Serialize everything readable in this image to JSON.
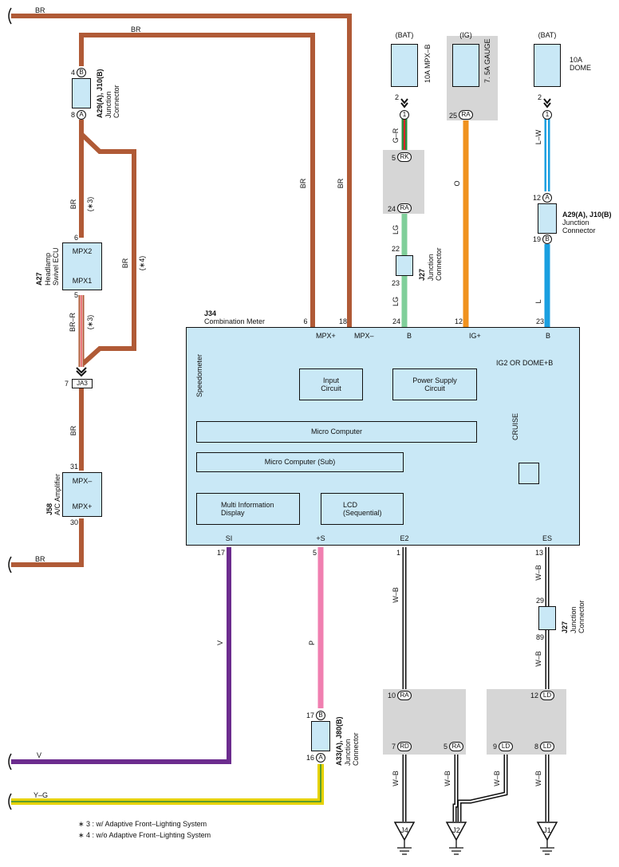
{
  "wires": {
    "br_top": "BR",
    "br_second": "BR",
    "br_vert_1": "BR",
    "br_vert_2": "BR",
    "br_left_a": "BR",
    "br_left_note_a": "(∗3)",
    "br_left_b": "BR",
    "br_left_note_b": "(∗4)",
    "brr": "BR–R",
    "brr_note": "(∗3)",
    "br_ja3": "BR",
    "br_bottom": "BR",
    "gr": "G–R",
    "lg1": "LG",
    "lg2": "LG",
    "o": "O",
    "lw": "L–W",
    "l": "L",
    "v_vert": "V",
    "v_bottom": "V",
    "p": "P",
    "yg": "Y–G",
    "wb1": "W–B",
    "wb2": "W–B",
    "wb3": "W–B",
    "wb4": "W–B",
    "wb5": "W–B",
    "wb6": "W–B",
    "wb7": "W–B"
  },
  "fuses": {
    "bat1_src": "(BAT)",
    "bat1_name": "10A MPX–B",
    "ig_src": "(IG)",
    "ig_name": "7. 5A GAUGE",
    "bat2_src": "(BAT)",
    "bat2_name1": "10A",
    "bat2_name2": "DOME"
  },
  "connectors": {
    "a29_top_id": "A29(A), J10(B)",
    "a29_top_desc1": "Junction",
    "a29_top_desc2": "Connector",
    "a29_top_pin_b": "4",
    "a29_top_b": "B",
    "a29_top_pin_a": "8",
    "a29_top_a": "A",
    "a27_id": "A27",
    "a27_desc1": "Headlamp",
    "a27_desc2": "Swivel ECU",
    "a27_mpx2": "MPX2",
    "a27_mpx1": "MPX1",
    "a27_pin6": "6",
    "a27_pin5": "5",
    "ja3": "JA3",
    "ja3_pin": "7",
    "j58_id": "J58",
    "j58_desc": "A/C Amplifier",
    "j58_mpxm": "MPX–",
    "j58_mpxp": "MPX+",
    "j58_pin31": "31",
    "j58_pin30": "30",
    "j27a_id": "J27",
    "j27a_desc1": "Junction",
    "j27a_desc2": "Connector",
    "j27a_pin22": "22",
    "j27a_pin23": "23",
    "a29_right_id": "A29(A), J10(B)",
    "a29_right_desc1": "Junction",
    "a29_right_desc2": "Connector",
    "a29_right_pin12": "12",
    "a29_right_a": "A",
    "a29_right_pin19": "19",
    "a29_right_b": "B",
    "j27b_id": "J27",
    "j27b_desc1": "Junction",
    "j27b_desc2": "Connector",
    "j27b_pin29": "29",
    "j27b_pin89": "89",
    "a33_id": "A33(A), J80(B)",
    "a33_desc1": "Junction",
    "a33_desc2": "Connector",
    "a33_pin17": "17",
    "a33_b": "B",
    "a33_pin16": "16",
    "a33_a": "A",
    "pin_bat1_2": "2",
    "pin_bat1_1": "1",
    "pin_rk5": "5",
    "pin_rk": "RK",
    "pin_ra24": "24",
    "pin_ra24_id": "RA",
    "pin_ig25": "25",
    "pin_ig_ra": "RA",
    "pin_bat2_2": "2",
    "pin_bat2_1": "1",
    "pin_ra10": "10",
    "pin_ra10_id": "RA",
    "pin_rd7": "7",
    "pin_rd7_id": "RD",
    "pin_ra5": "5",
    "pin_ra5_id": "RA",
    "pin_ld12": "12",
    "pin_ld12_id": "LD",
    "pin_ld9": "9",
    "pin_ld9_id": "LD",
    "pin_ld8": "8",
    "pin_ld8_id": "LD"
  },
  "meter": {
    "id": "J34",
    "name": "Combination Meter",
    "pin6": "6",
    "pin18": "18",
    "pin24": "24",
    "pin12": "12",
    "pin23": "23",
    "lbl_mpxp": "MPX+",
    "lbl_mpxm": "MPX–",
    "lbl_b1": "B",
    "lbl_ig": "IG+",
    "lbl_b2": "B",
    "input1": "Input",
    "input2": "Circuit",
    "power1": "Power Supply",
    "power2": "Circuit",
    "ig2": "IG2 OR DOME+B",
    "speedometer": "Speedometer",
    "cruise": "CRUISE",
    "micro": "Micro Computer",
    "micro_sub": "Micro Computer (Sub)",
    "mid1": "Multi Information",
    "mid2": "Display",
    "lcd1": "LCD",
    "lcd2": "(Sequential)",
    "lbl_si": "SI",
    "lbl_s": "+S",
    "lbl_e2": "E2",
    "lbl_es": "ES",
    "pin17": "17",
    "pin5": "5",
    "pin1": "1",
    "pin13": "13"
  },
  "grounds": {
    "j4": "J4",
    "j2": "J2",
    "j1": "J1"
  },
  "notes": {
    "n3": "∗ 3 : w/ Adaptive Front–Lighting System",
    "n4": "∗ 4 : w/o Adaptive Front–Lighting System"
  },
  "colors": {
    "br": "#b05a36",
    "gr": "#2e8b3c",
    "lg": "#7fcf9a",
    "o": "#f0921e",
    "l": "#1a9fe0",
    "v": "#6c2c8e",
    "p": "#f07fb0",
    "yg": "#e6d200",
    "wb": "#111111",
    "box": "#c9e8f6"
  }
}
